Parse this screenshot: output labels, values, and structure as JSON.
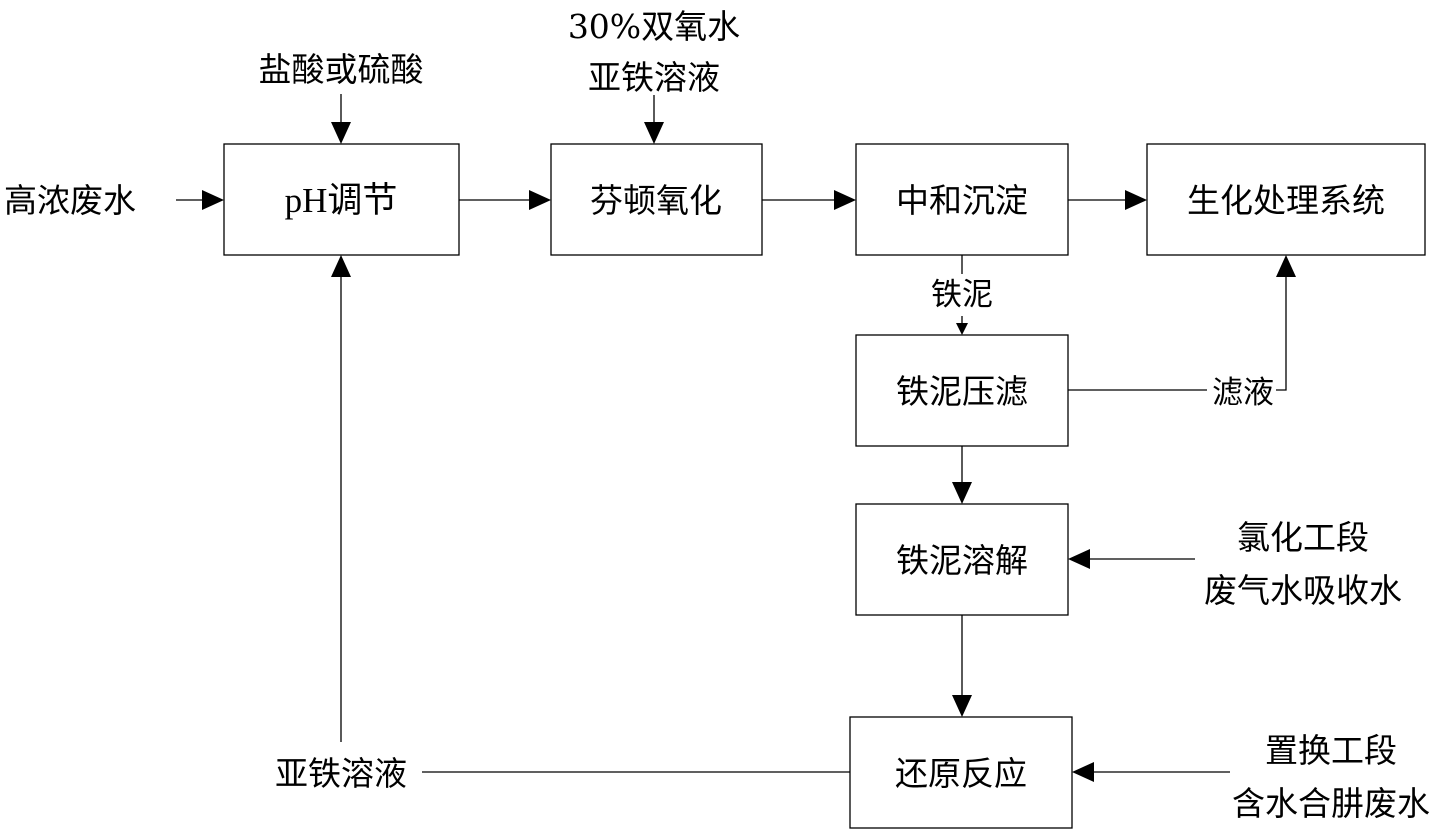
{
  "boxes": {
    "ph_adjust": "pH调节",
    "fenton_oxidation": "芬顿氧化",
    "neutralize_settle": "中和沉淀",
    "biochem_system": "生化处理系统",
    "sludge_filter": "铁泥压滤",
    "sludge_dissolve": "铁泥溶解",
    "reduction_reaction": "还原反应"
  },
  "inputs": {
    "high_conc_wastewater": "高浓废水",
    "acid": "盐酸或硫酸",
    "peroxide_line1": "30%双氧水",
    "peroxide_line2": "亚铁溶液",
    "chlorination_line1": "氯化工段",
    "chlorination_line2": "废气水吸收水",
    "replacement_line1": "置换工段",
    "replacement_line2": "含水合肼废水"
  },
  "flows": {
    "iron_sludge": "铁泥",
    "filtrate": "滤液",
    "ferrous_solution": "亚铁溶液"
  }
}
